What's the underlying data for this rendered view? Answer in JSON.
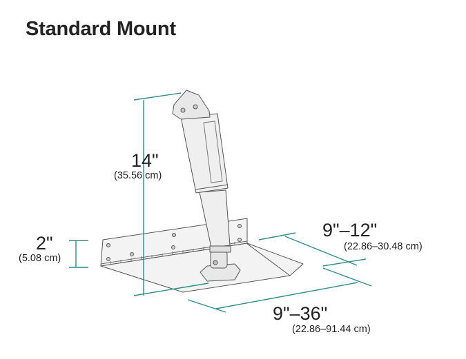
{
  "title": "Standard Mount",
  "colors": {
    "dimension_line": "#2f8c8c",
    "outline": "#444444",
    "fill": "#f2f2f2"
  },
  "dimensions": {
    "height": {
      "imperial": "14\"",
      "metric": "(35.56 cm)"
    },
    "hinge": {
      "imperial": "2\"",
      "metric": "(5.08 cm)"
    },
    "chord": {
      "imperial": "9\"–12\"",
      "metric": "(22.86–30.48 cm)"
    },
    "span": {
      "imperial": "9\"–36\"",
      "metric": "(22.86–91.44 cm)"
    }
  }
}
